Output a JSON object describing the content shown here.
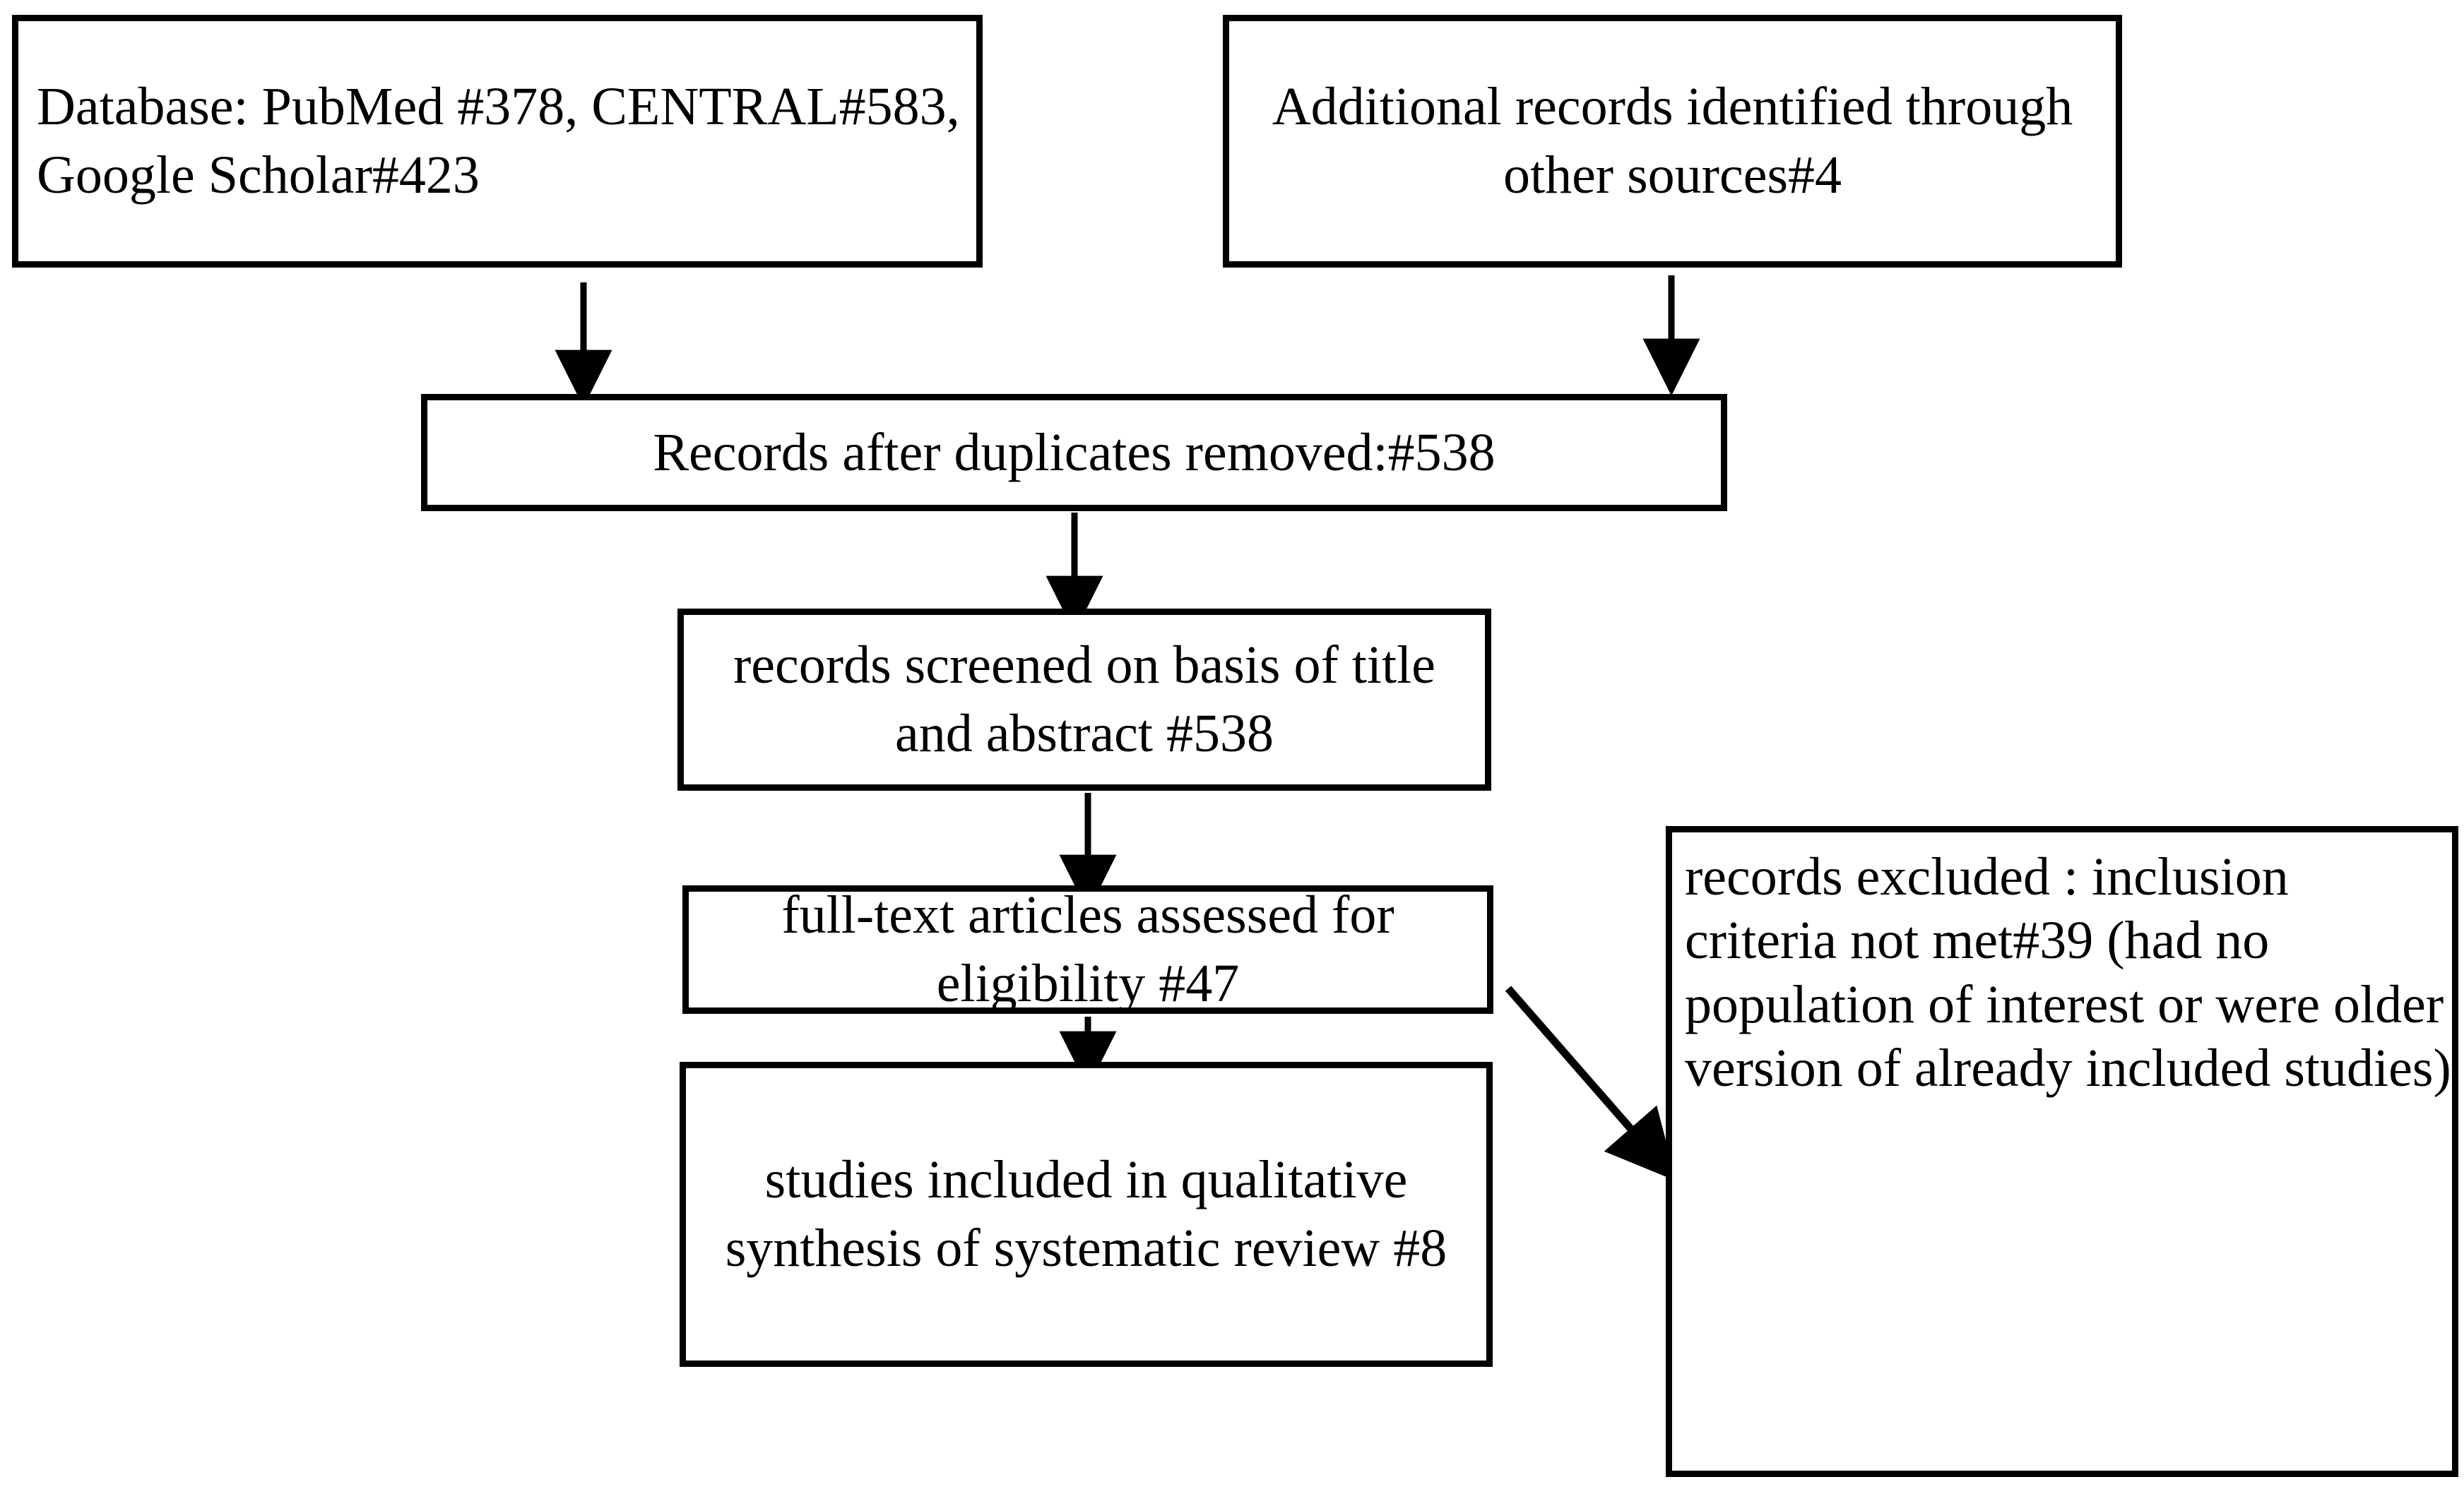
{
  "diagram": {
    "type": "prisma-flow-diagram",
    "title": "",
    "colors": {
      "background": "#ffffff",
      "box_border": "#000000",
      "text": "#000000",
      "arrow": "#000000"
    },
    "boxes": [
      {
        "id": "databases",
        "name": "identification-databases-box",
        "align": "left",
        "text": "Database: PubMed #378, CENTRAL#583, Google Scholar#423",
        "counts": {
          "PubMed": 378,
          "CENTRAL": 583,
          "Google Scholar": 423
        }
      },
      {
        "id": "additional",
        "name": "identification-other-sources-box",
        "align": "center",
        "text": "Additional records identified through other sources#4",
        "counts": {
          "other_sources": 4
        }
      },
      {
        "id": "duplicates",
        "name": "records-after-duplicates-box",
        "align": "center",
        "text": "Records after duplicates removed:#538",
        "counts": {
          "after_duplicates": 538
        }
      },
      {
        "id": "screened",
        "name": "records-screened-box",
        "align": "center",
        "text": "records screened on basis of title and abstract #538",
        "counts": {
          "screened": 538
        }
      },
      {
        "id": "fulltext",
        "name": "full-text-assessed-box",
        "align": "center",
        "text": "full-text articles assessed for eligibility #47",
        "counts": {
          "full_text_assessed": 47
        }
      },
      {
        "id": "included",
        "name": "studies-included-box",
        "align": "center",
        "text": "studies included in qualitative synthesis of systematic review #8",
        "counts": {
          "included": 8
        }
      },
      {
        "id": "excluded",
        "name": "records-excluded-box",
        "align": "left",
        "text": " records excluded : inclusion criteria not met#39 (had no population of interest or were older version of already included studies)",
        "counts": {
          "excluded": 39
        }
      }
    ],
    "arrows": [
      {
        "id": "a1",
        "name": "arrow-databases-to-duplicates",
        "from": "databases",
        "to": "duplicates",
        "direction": "down"
      },
      {
        "id": "a2",
        "name": "arrow-additional-to-duplicates",
        "from": "additional",
        "to": "duplicates",
        "direction": "down"
      },
      {
        "id": "a3",
        "name": "arrow-duplicates-to-screened",
        "from": "duplicates",
        "to": "screened",
        "direction": "down"
      },
      {
        "id": "a4",
        "name": "arrow-screened-to-fulltext",
        "from": "screened",
        "to": "fulltext",
        "direction": "down"
      },
      {
        "id": "a5",
        "name": "arrow-fulltext-to-included",
        "from": "fulltext",
        "to": "included",
        "direction": "down"
      },
      {
        "id": "a6",
        "name": "arrow-fulltext-to-excluded",
        "from": "fulltext",
        "to": "excluded",
        "direction": "diagonal-down-right"
      }
    ]
  }
}
